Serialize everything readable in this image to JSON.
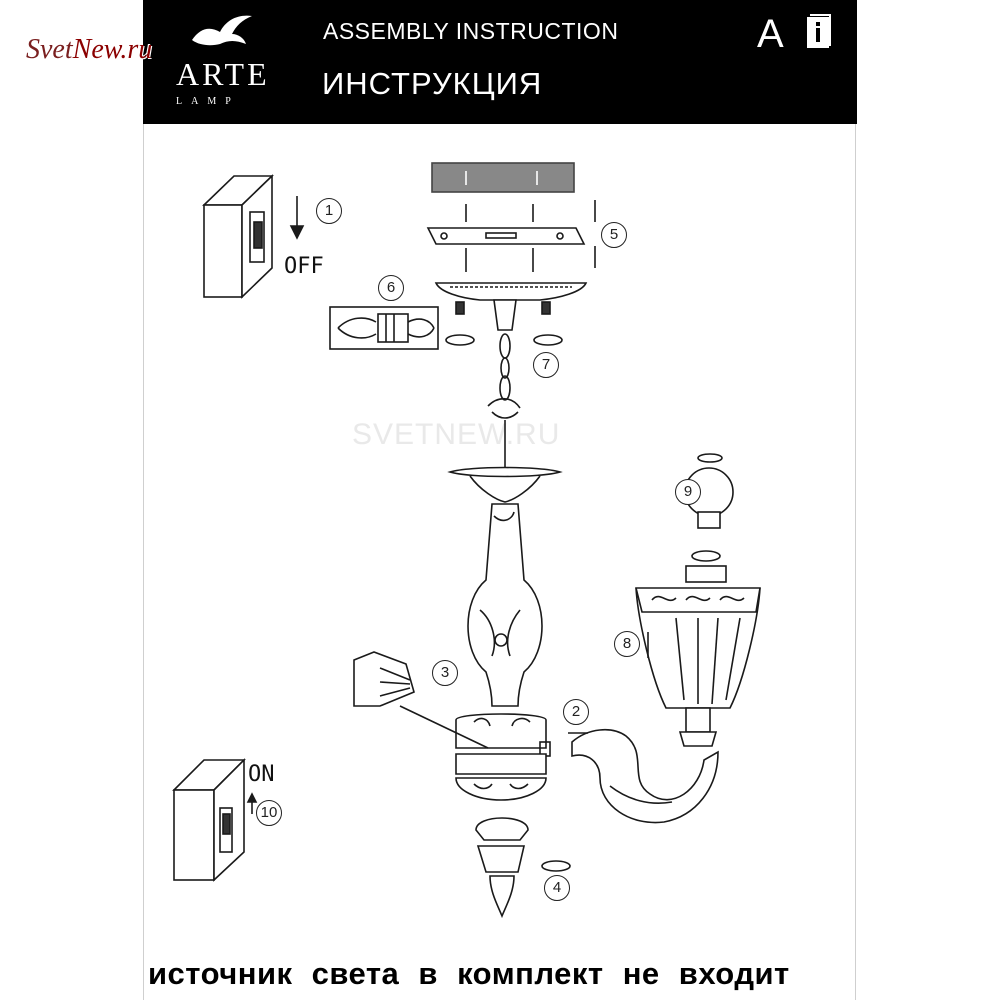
{
  "header": {
    "title_en": "ASSEMBLY INSTRUCTION",
    "title_ru": "ИНСТРУКЦИЯ",
    "letter": "A",
    "background_color": "#000000",
    "text_color": "#ffffff",
    "info_icon": "info-book-icon"
  },
  "brand": {
    "name": "ARTE",
    "sub": "LAMP",
    "icon": "bird-icon"
  },
  "watermark": {
    "logo_text": "Svet",
    "logo_text_2": "New.ru",
    "center_text": "SVETNEW.RU",
    "logo_color": "#7a1f1f"
  },
  "switches": {
    "off_label": "OFF",
    "on_label": "ON"
  },
  "steps": [
    "1",
    "2",
    "3",
    "4",
    "5",
    "6",
    "7",
    "8",
    "9",
    "10"
  ],
  "footer": {
    "note": "источник света в комплект не входит"
  }
}
